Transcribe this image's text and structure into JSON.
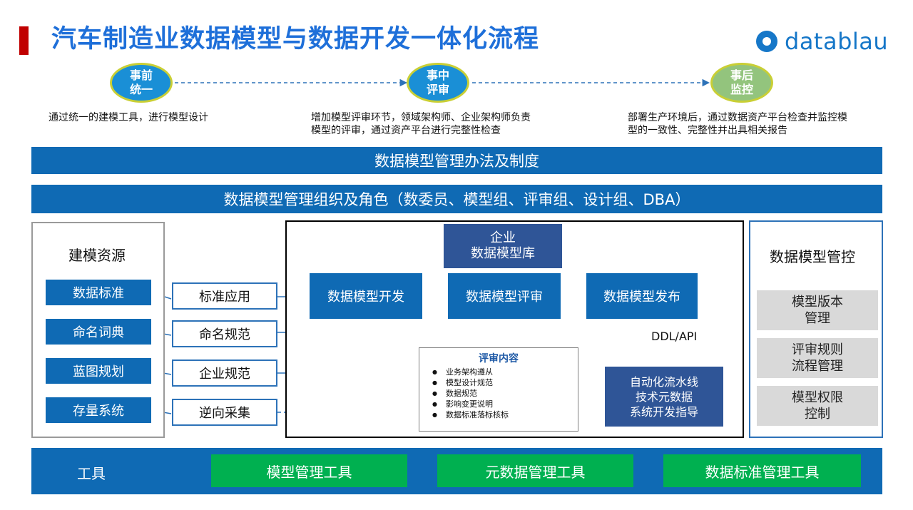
{
  "title": "汽车制造业数据模型与数据开发一体化流程",
  "logo": {
    "text": "datablau",
    "icon": "datablau-logo-icon"
  },
  "phases": [
    {
      "label_top": "事前",
      "label_bottom": "统一",
      "fill": "#1a8fd6",
      "desc": [
        "通过统一的建模工具，进行模型设计"
      ]
    },
    {
      "label_top": "事中",
      "label_bottom": "评审",
      "fill": "#1a8fd6",
      "desc": [
        "增加模型评审环节，领域架构师、企业架构师负责",
        "模型的评审，通过资产平台进行完整性检查"
      ]
    },
    {
      "label_top": "事后",
      "label_bottom": "监控",
      "fill": "#93c47d",
      "desc": [
        "部署生产环境后，通过数据资产平台检查并监控模",
        "型的一致性、完整性并出具相关报告"
      ]
    }
  ],
  "band1": "数据模型管理办法及制度",
  "band2": "数据模型管理组织及角色（数委员、模型组、评审组、设计组、DBA）",
  "resources": {
    "title": "建模资源",
    "items": [
      "数据标准",
      "命名词典",
      "蓝图规划",
      "存量系统"
    ],
    "links": [
      "标准应用",
      "命名规范",
      "企业规范",
      "逆向采集"
    ]
  },
  "flow": {
    "repo": [
      "企业",
      "数据模型库"
    ],
    "steps": [
      "数据模型开发",
      "数据模型评审",
      "数据模型发布"
    ],
    "ddl_label": "DDL/API",
    "pipeline": [
      "自动化流水线",
      "技术元数据",
      "系统开发指导"
    ],
    "review": {
      "title": "评审内容",
      "items": [
        "业务架构遵从",
        "模型设计规范",
        "数据规范",
        "影响变更说明",
        "数据标准落标核标"
      ]
    }
  },
  "control": {
    "title": "数据模型管控",
    "items": [
      [
        "模型版本",
        "管理"
      ],
      [
        "评审规则",
        "流程管理"
      ],
      [
        "模型权限",
        "控制"
      ]
    ]
  },
  "tools": {
    "label": "工具",
    "items": [
      "模型管理工具",
      "元数据管理工具",
      "数据标准管理工具"
    ]
  },
  "colors": {
    "title_blue": "#1e6fd9",
    "accent_red": "#c00000",
    "band_blue": "#0f6ab4",
    "dark_blue": "#2f5597",
    "green": "#00b050",
    "gray": "#d9d9d9"
  }
}
